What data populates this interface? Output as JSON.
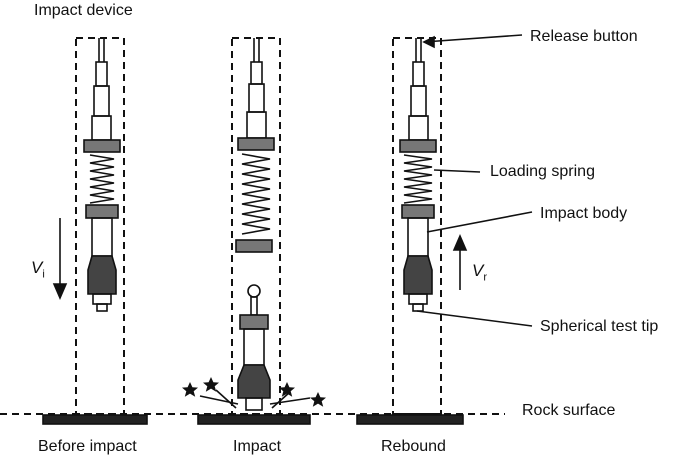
{
  "labels": {
    "impact_device": "Impact device",
    "release_button": "Release button",
    "loading_spring": "Loading spring",
    "impact_body": "Impact body",
    "spherical_test_tip": "Spherical test tip",
    "rock_surface": "Rock surface",
    "before_impact": "Before impact",
    "impact": "Impact",
    "rebound": "Rebound"
  },
  "velocities": {
    "vi_symbol": "V",
    "vi_sub": "i",
    "vr_symbol": "V",
    "vr_sub": "r"
  },
  "colors": {
    "ink": "#111111",
    "background": "#ffffff"
  }
}
